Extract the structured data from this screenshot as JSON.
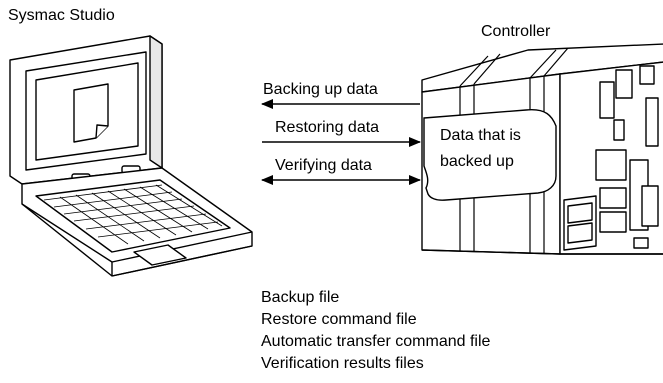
{
  "labels": {
    "software": "Sysmac Studio",
    "controller": "Controller",
    "backing_up": "Backing up data",
    "restoring": "Restoring data",
    "verifying": "Verifying data",
    "callout_line1": "Data that is",
    "callout_line2": "backed up"
  },
  "files": [
    "Backup file",
    "Restore command file",
    "Automatic transfer command file",
    "Verification results files"
  ]
}
